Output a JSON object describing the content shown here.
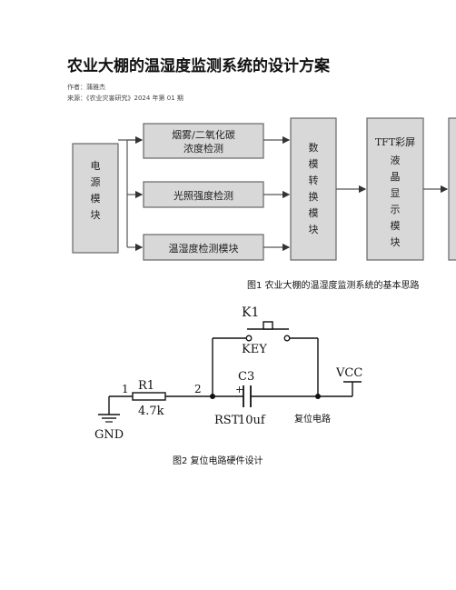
{
  "article": {
    "title": "农业大棚的温湿度监测系统的设计方案",
    "author": "作者：蒲雅杰",
    "source": "来源：《农业灾害研究》2024 年第 01 期"
  },
  "figure1": {
    "caption": "图1  农业大棚的温湿度监测系统的基本思路",
    "power_block": [
      "电",
      "源",
      "模",
      "块"
    ],
    "sensor_blocks": [
      [
        "烟雾/二氧化碳",
        "浓度检测"
      ],
      [
        "光照强度检测"
      ],
      [
        "温湿度检测模块"
      ]
    ],
    "adc_block": [
      "数",
      "模",
      "转",
      "换",
      "模",
      "块"
    ],
    "tft_title": "TFT彩屏",
    "tft_block": [
      "液",
      "晶",
      "显",
      "示",
      "模",
      "块"
    ]
  },
  "figure2": {
    "caption": "图2  复位电路硬件设计",
    "labels": {
      "k1": "K1",
      "key": "KEY",
      "c3": "C3",
      "plus": "+",
      "vcc": "VCC",
      "node1": "1",
      "r1": "R1",
      "r1_value": "4.7k",
      "node2": "2",
      "gnd": "GND",
      "rst": "RST",
      "c3_value": "10uf",
      "circuit_name": "复位电路"
    }
  }
}
